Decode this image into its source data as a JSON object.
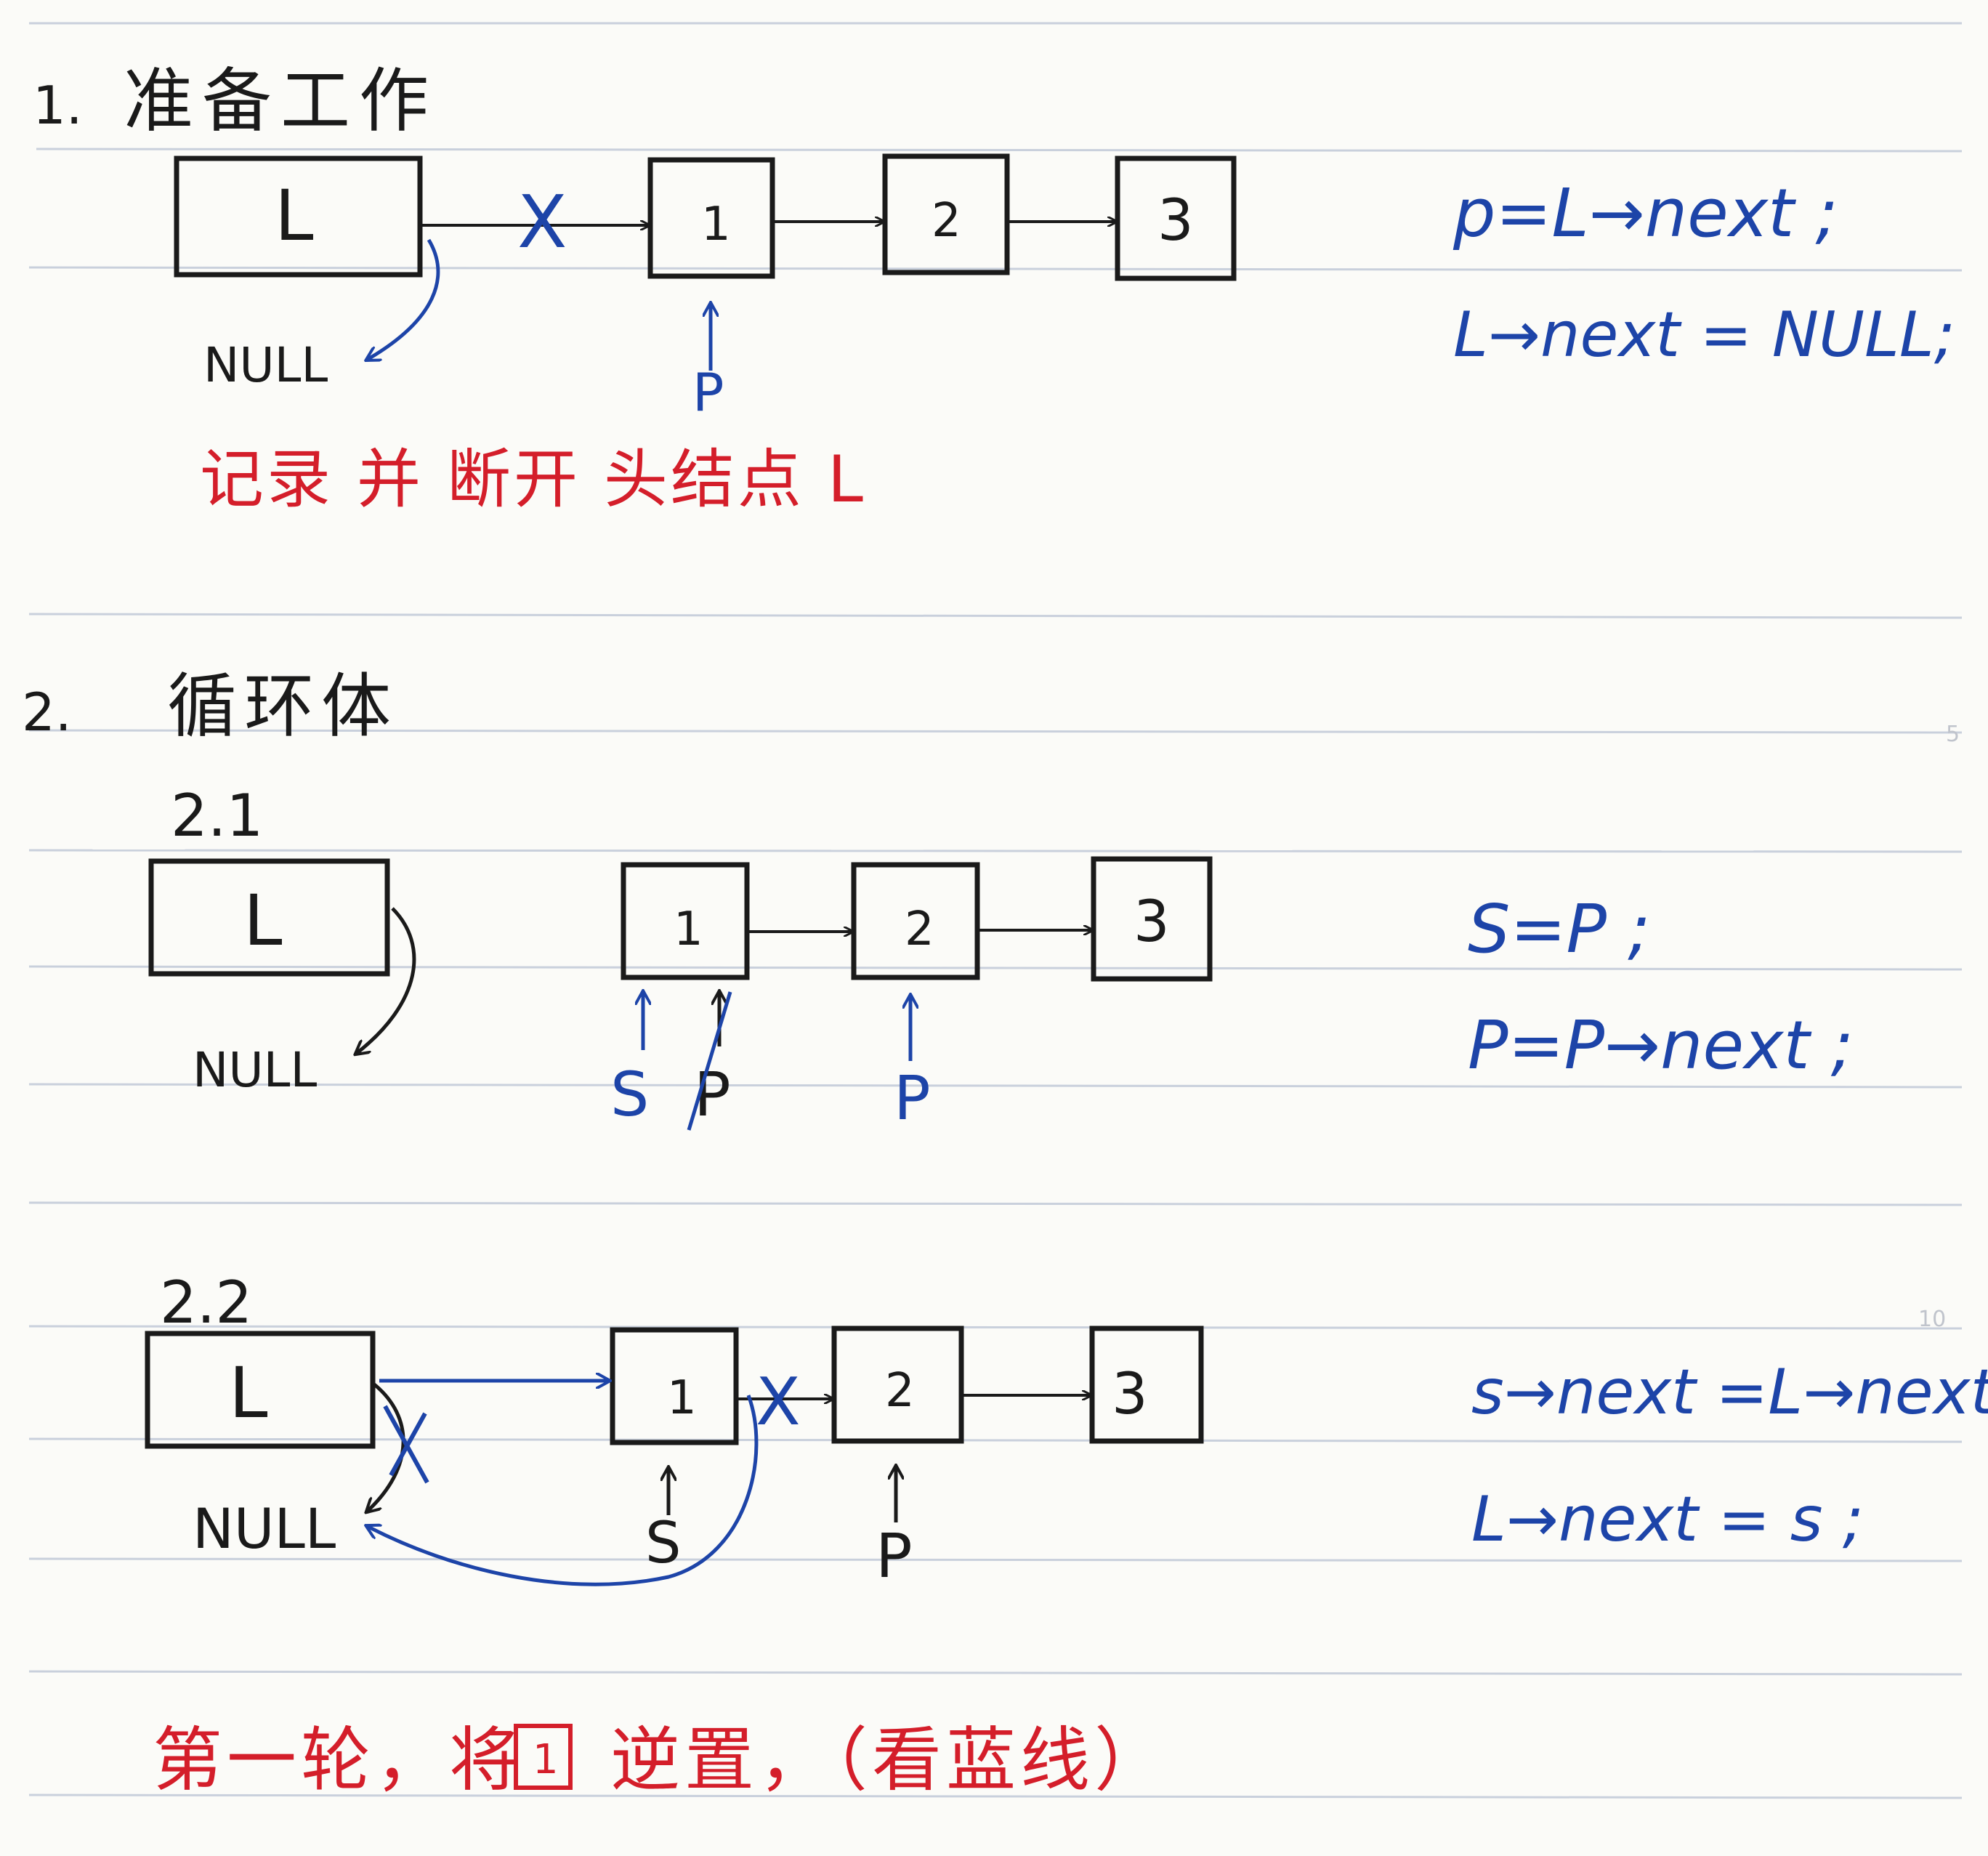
{
  "colors": {
    "ink": "#1a1a1a",
    "blue": "#1d44a8",
    "red": "#d41e2a",
    "rule": "#c9d0dc",
    "paper": "#fbfbf8"
  },
  "section1": {
    "number": "1.",
    "title": "准备工作",
    "head_label": "L",
    "nodes": [
      "1",
      "2",
      "3"
    ],
    "cross_mark": "X",
    "null_label": "NULL",
    "pointer_p": "P",
    "code": [
      "p=L→next ;",
      "L→next = NULL;"
    ],
    "note": "记录 并 断开 头结点 L"
  },
  "section2": {
    "number": "2.",
    "title": "循环体",
    "step1": {
      "label": "2.1",
      "head_label": "L",
      "null_label": "NULL",
      "nodes": [
        "1",
        "2",
        "3"
      ],
      "pointer_s": "S",
      "pointer_p_old": "P",
      "pointer_p_new": "P",
      "code": [
        "S=P ;",
        "P=P→next ;"
      ]
    },
    "step2": {
      "label": "2.2",
      "head_label": "L",
      "null_label": "NULL",
      "nodes": [
        "1",
        "2",
        "3"
      ],
      "cross_mark": "X",
      "pointer_s": "S",
      "pointer_p": "P",
      "code": [
        "s→next =L→next;",
        "L→next = s ;"
      ]
    }
  },
  "footer": {
    "text_before": "第一轮，将",
    "boxed": "1",
    "text_after": "逆置，（看蓝线）"
  },
  "margin_numbers": [
    "5",
    "10"
  ]
}
